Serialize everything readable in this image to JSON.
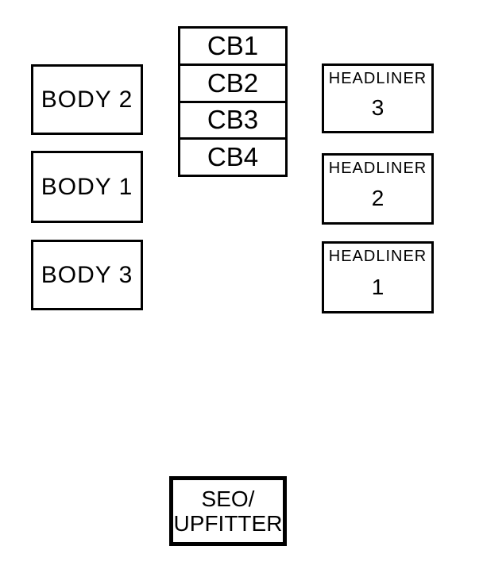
{
  "diagram": {
    "kind": "fuse-block-diagram",
    "colors": {
      "background": "#ffffff",
      "line": "#000000",
      "text": "#000000"
    },
    "left_column": {
      "boxes": [
        {
          "label": "BODY 2"
        },
        {
          "label": "BODY 1"
        },
        {
          "label": "BODY 3"
        }
      ]
    },
    "center_stack": {
      "cells": [
        {
          "label": "CB1"
        },
        {
          "label": "CB2"
        },
        {
          "label": "CB3"
        },
        {
          "label": "CB4"
        }
      ]
    },
    "right_column": {
      "boxes": [
        {
          "line1": "HEADLINER",
          "line2": "3"
        },
        {
          "line1": "HEADLINER",
          "line2": "2"
        },
        {
          "line1": "HEADLINER",
          "line2": "1"
        }
      ]
    },
    "bottom_box": {
      "line1": "SEO/",
      "line2": "UPFITTER"
    }
  }
}
